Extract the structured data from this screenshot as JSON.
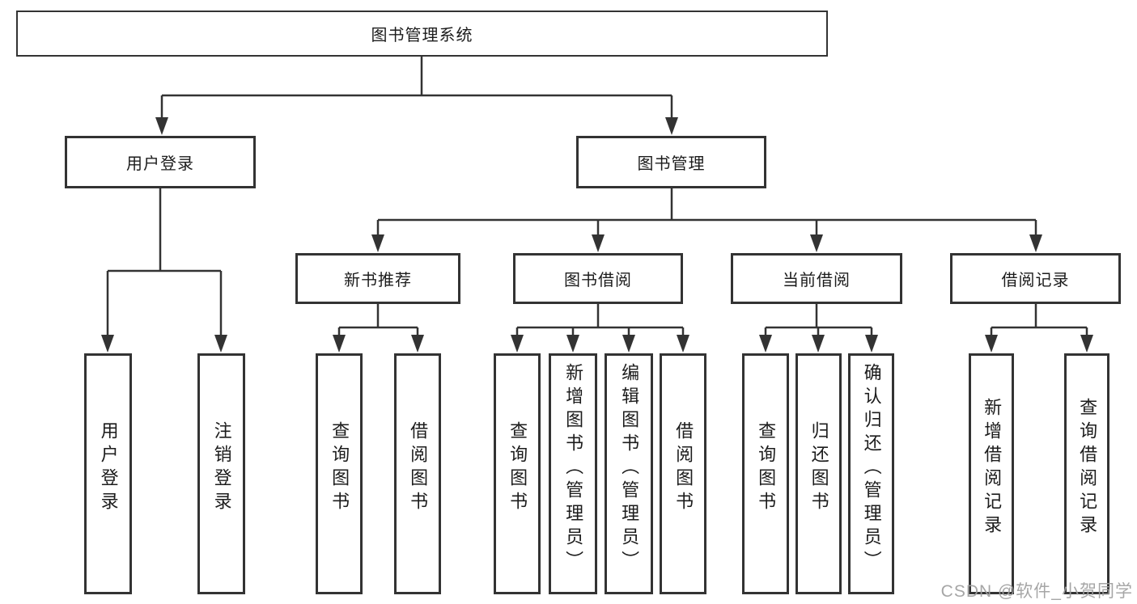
{
  "diagram": {
    "root": {
      "label": "图书管理系统"
    },
    "branches": [
      {
        "label": "用户登录",
        "children": [
          {
            "label": "用户登录"
          },
          {
            "label": "注销登录"
          }
        ]
      },
      {
        "label": "图书管理",
        "children": [
          {
            "label": "新书推荐",
            "children": [
              {
                "label": "查询图书"
              },
              {
                "label": "借阅图书"
              }
            ]
          },
          {
            "label": "图书借阅",
            "children": [
              {
                "label": "查询图书"
              },
              {
                "label": "新增图书（管理员）"
              },
              {
                "label": "编辑图书（管理员）"
              },
              {
                "label": "借阅图书"
              }
            ]
          },
          {
            "label": "当前借阅",
            "children": [
              {
                "label": "查询图书"
              },
              {
                "label": "归还图书"
              },
              {
                "label": "确认归还（管理员）"
              }
            ]
          },
          {
            "label": "借阅记录",
            "children": [
              {
                "label": "新增借阅记录"
              },
              {
                "label": "查询借阅记录"
              }
            ]
          }
        ]
      }
    ]
  },
  "watermark": "CSDN @软件_小贺同学",
  "colors": {
    "line": "#333333",
    "text": "#1c1c1c",
    "watermark": "#9e9e9e",
    "background": "#ffffff"
  }
}
